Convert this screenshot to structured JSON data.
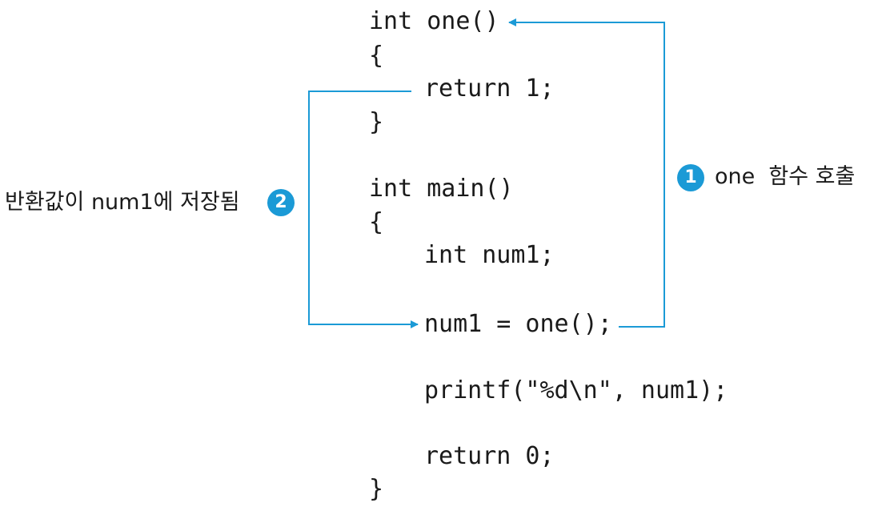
{
  "code": {
    "line_1": "int one()",
    "line_2": "{",
    "line_3": "return 1;",
    "line_4": "}",
    "line_5": "int main()",
    "line_6": "{",
    "line_7": "int num1;",
    "line_8": "num1 = one();",
    "line_9": "printf(\"%d\\n\", num1);",
    "line_10": "return 0;",
    "line_11": "}"
  },
  "annotations": {
    "call": {
      "number": "1",
      "text": "one  함수 호출"
    },
    "return": {
      "number": "2",
      "text": "반환값이 num1에 저장됨"
    }
  },
  "colors": {
    "accent": "#1b9ad6",
    "text": "#1a1a1a"
  }
}
